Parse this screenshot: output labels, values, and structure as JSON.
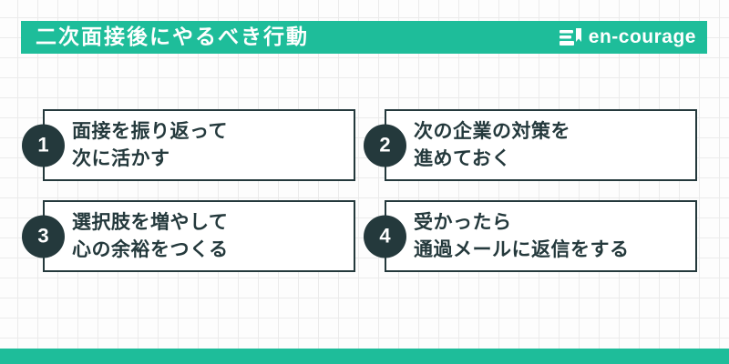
{
  "header": {
    "title": "二次面接後にやるべき行動",
    "logo_text": "en-courage"
  },
  "items": [
    {
      "number": "1",
      "line1": "面接を振り返って",
      "line2": "次に活かす"
    },
    {
      "number": "2",
      "line1": "次の企業の対策を",
      "line2": "進めておく"
    },
    {
      "number": "3",
      "line1": "選択肢を増やして",
      "line2": "心の余裕をつくる"
    },
    {
      "number": "4",
      "line1": "受かったら",
      "line2": "通過メールに返信をする"
    }
  ],
  "colors": {
    "accent": "#1ebd9a",
    "dark": "#24393c",
    "grid": "#ebebeb",
    "background": "#fdfdfd"
  }
}
